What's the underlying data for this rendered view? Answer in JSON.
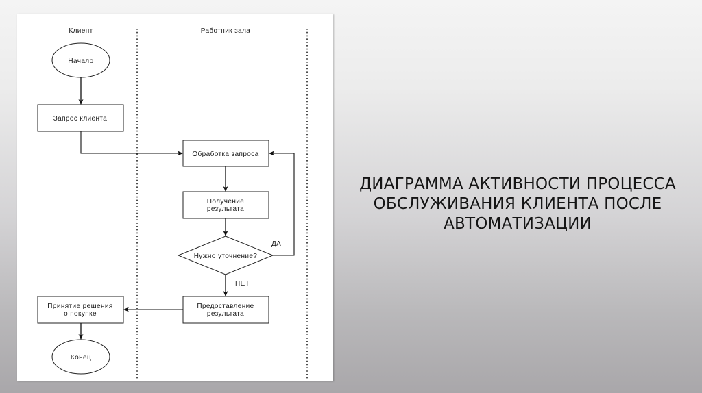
{
  "slide": {
    "title_lines": [
      "ДИАГРАММА АКТИВНОСТИ ПРОЦЕССА",
      "ОБСЛУЖИВАНИЯ КЛИЕНТА ПОСЛЕ",
      "АВТОМАТИЗАЦИИ"
    ],
    "background_top": "#f4f4f4",
    "background_bottom": "#a9a7aa"
  },
  "diagram": {
    "type": "swimlane-activity-diagram",
    "lanes": [
      {
        "id": "client",
        "label": "Клиент"
      },
      {
        "id": "staff",
        "label": "Работник зала"
      }
    ],
    "nodes": {
      "start": {
        "shape": "ellipse",
        "lane": "client",
        "label": "Начало"
      },
      "client_request": {
        "shape": "rect",
        "lane": "client",
        "label": "Запрос клиента"
      },
      "process_request": {
        "shape": "rect",
        "lane": "staff",
        "label": "Обработка запроса"
      },
      "get_result": {
        "shape": "rect",
        "lane": "staff",
        "label_lines": [
          "Получение",
          "результата"
        ]
      },
      "need_clarification": {
        "shape": "diamond",
        "lane": "staff",
        "label": "Нужно уточнение?"
      },
      "provide_result": {
        "shape": "rect",
        "lane": "staff",
        "label_lines": [
          "Предоставление",
          "результата"
        ]
      },
      "purchase_decision": {
        "shape": "rect",
        "lane": "client",
        "label_lines": [
          "Принятие решения",
          "о покупке"
        ]
      },
      "end": {
        "shape": "ellipse",
        "lane": "client",
        "label": "Конец"
      }
    },
    "edges": [
      {
        "from": "start",
        "to": "client_request",
        "label": ""
      },
      {
        "from": "client_request",
        "to": "process_request",
        "label": ""
      },
      {
        "from": "process_request",
        "to": "get_result",
        "label": ""
      },
      {
        "from": "get_result",
        "to": "need_clarification",
        "label": ""
      },
      {
        "from": "need_clarification",
        "to": "process_request",
        "label": "ДА"
      },
      {
        "from": "need_clarification",
        "to": "provide_result",
        "label": "НЕТ"
      },
      {
        "from": "provide_result",
        "to": "purchase_decision",
        "label": ""
      },
      {
        "from": "purchase_decision",
        "to": "end",
        "label": ""
      }
    ],
    "edge_labels": {
      "yes": "ДА",
      "no": "НЕТ"
    }
  }
}
